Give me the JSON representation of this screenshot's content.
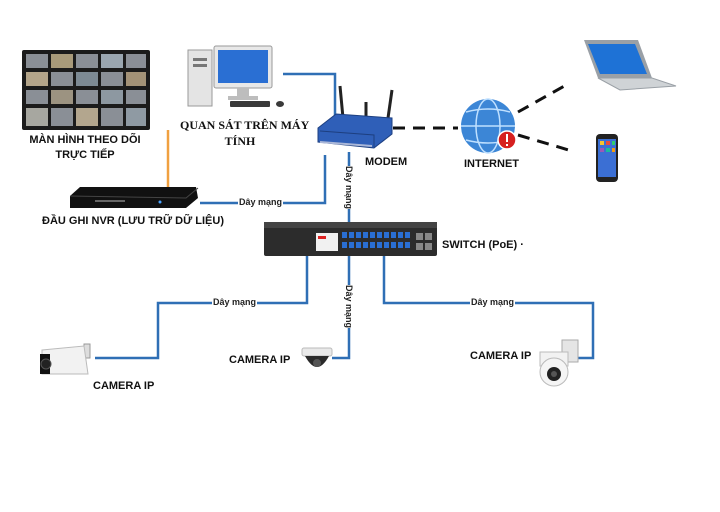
{
  "colors": {
    "cable_blue": "#2f6fb5",
    "cable_orange": "#f0a040",
    "wifi_dash": "#111111",
    "device_dark": "#1b1b1b"
  },
  "nodes": {
    "monitor": {
      "label_line1": "MÀN HÌNH THEO DÕI",
      "label_line2": "TRỰC TIẾP",
      "icon": "cctv-wall-monitor-icon"
    },
    "pc": {
      "label_line1": "QUAN SÁT TRÊN MÁY",
      "label_line2": "TÍNH",
      "icon": "desktop-computer-icon"
    },
    "modem": {
      "label": "MODEM",
      "icon": "wifi-router-icon"
    },
    "internet": {
      "label": "INTERNET",
      "icon": "globe-icon"
    },
    "laptop": {
      "icon": "laptop-icon"
    },
    "phone": {
      "icon": "smartphone-icon"
    },
    "nvr": {
      "label": "ĐẦU GHI NVR (LƯU TRỮ DỮ LIỆU)",
      "icon": "nvr-recorder-icon"
    },
    "switch": {
      "label": "SWITCH (PoE) ·",
      "icon": "poe-switch-icon"
    },
    "camera_bullet": {
      "label": "CAMERA IP",
      "icon": "bullet-camera-icon"
    },
    "camera_dome": {
      "label": "CAMERA IP",
      "icon": "dome-camera-icon"
    },
    "camera_ptz": {
      "label": "CAMERA IP",
      "icon": "ptz-camera-icon"
    }
  },
  "cables": {
    "modem_switch": "Dây mạng",
    "nvr_switch": "Dây mạng",
    "switch_bullet": "Dây mạng",
    "switch_dome": "Dây mạng",
    "switch_ptz": "Dây mạng"
  }
}
